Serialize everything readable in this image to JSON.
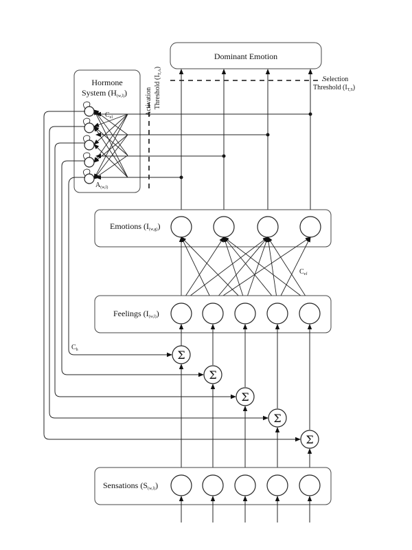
{
  "labels": {
    "dominant_emotion": "Dominant Emotion",
    "selection_threshold_1": "Selection",
    "selection_threshold_2": "Threshold (I",
    "selection_threshold_sub": "T,S",
    "selection_threshold_close": ")",
    "activation_threshold": "Activation",
    "activation_threshold_2": "Threshold (I",
    "activation_threshold_sub": "T,A",
    "activation_threshold_close": ")",
    "hormone_1": "Hormone",
    "hormone_2": "System (H",
    "hormone_sub": "(w,l)",
    "hormone_close": ")",
    "c_el": "C",
    "c_el_sub": "el",
    "a_label": "A",
    "a_sub": "(w,l)",
    "emotions": "Emotions (I",
    "emotions_sub": "(w,g)",
    "emotions_close": ")",
    "c_ef": "C",
    "c_ef_sub": "ef",
    "feelings": "Feelings (I",
    "feelings_sub": "(w,l)",
    "feelings_close": ")",
    "c_h": "C",
    "c_h_sub": "h",
    "sensations": "Sensations (S",
    "sensations_sub": "(w,l)",
    "sensations_close": ")",
    "sigma": "Σ"
  }
}
